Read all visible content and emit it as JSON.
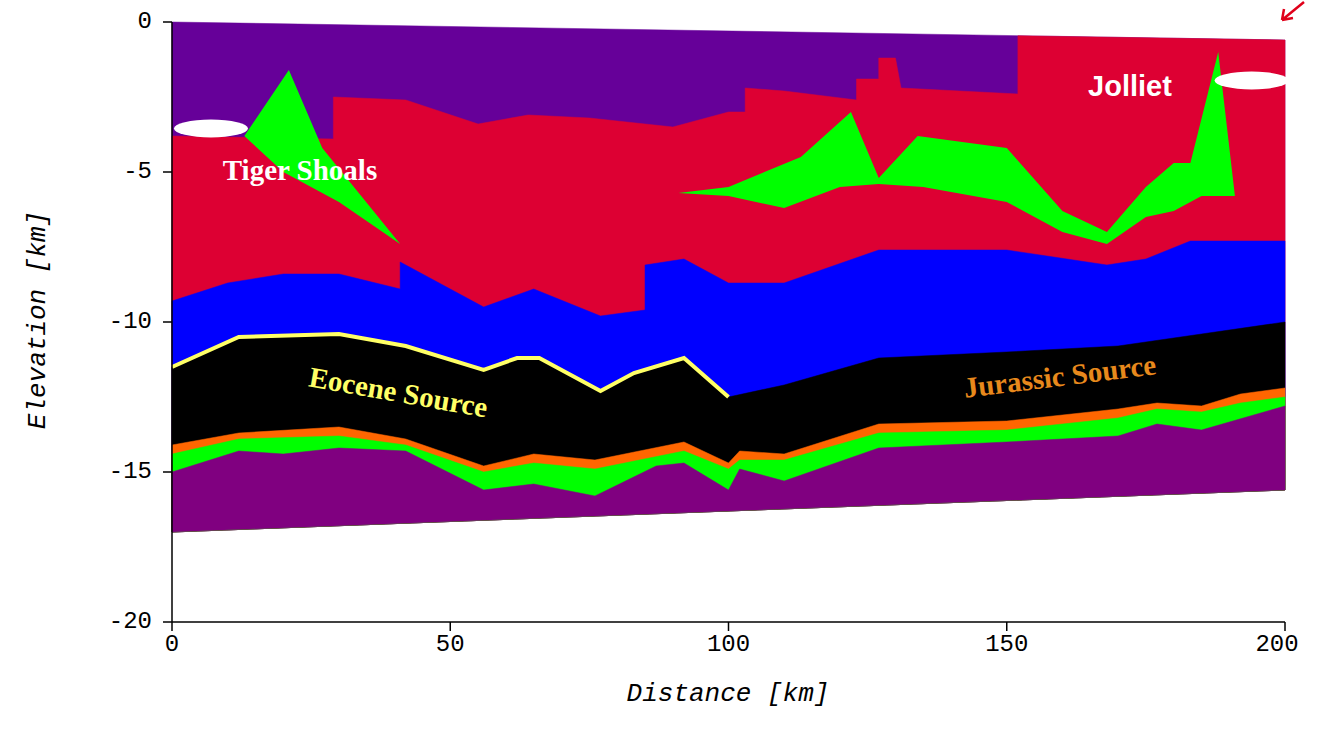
{
  "diagram": {
    "labels": [
      "Elevation [km]",
      "Distance [km]",
      "0",
      "-5",
      "-10",
      "-15",
      "-20",
      "0",
      "50",
      "100",
      "150",
      "200",
      "Tiger Shoals",
      "Jolliet",
      "Eocene Source",
      "Jurassic Source"
    ]
  }
}
